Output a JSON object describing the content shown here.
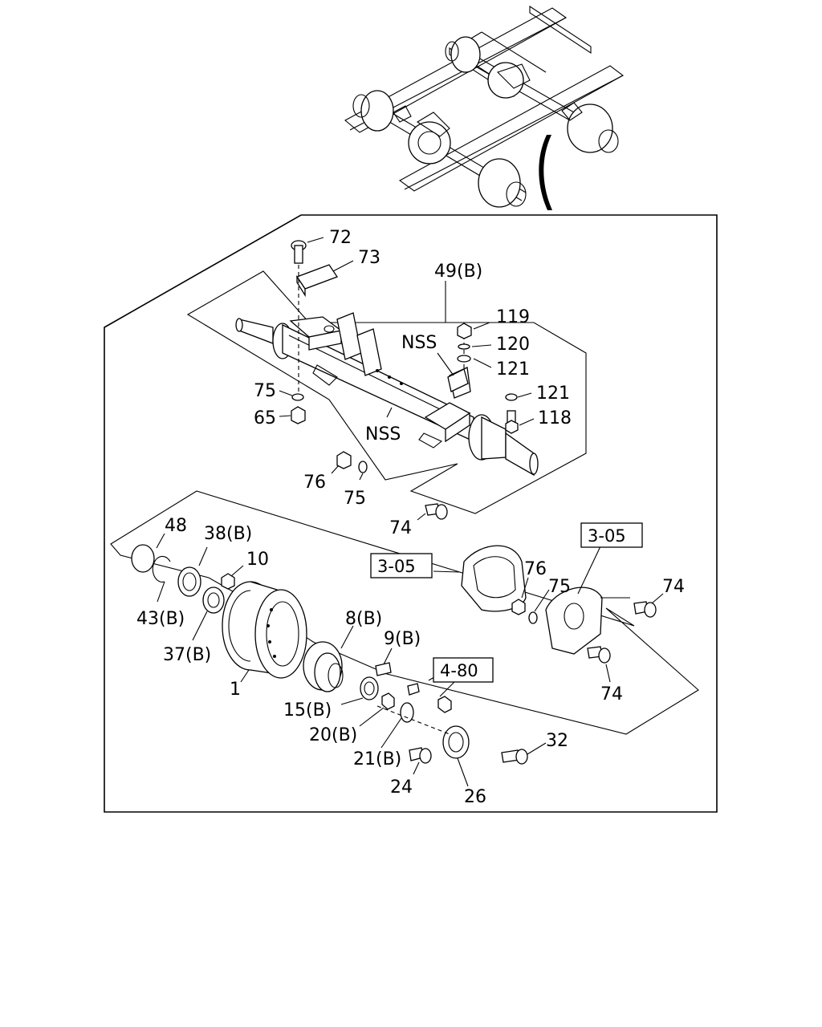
{
  "diagram": {
    "callouts": {
      "p72": "72",
      "p73": "73",
      "p49b": "49(B)",
      "p119": "119",
      "p120": "120",
      "p121a": "121",
      "p121b": "121",
      "p118": "118",
      "nss_a": "NSS",
      "nss_b": "NSS",
      "p75a": "75",
      "p65": "65",
      "p76a": "76",
      "p75b": "75",
      "p74a": "74",
      "p48": "48",
      "p38b": "38(B)",
      "p10": "10",
      "p43b": "43(B)",
      "p37b": "37(B)",
      "p1": "1",
      "p8b": "8(B)",
      "p9b": "9(B)",
      "p15b": "15(B)",
      "p20b": "20(B)",
      "p21b": "21(B)",
      "p24": "24",
      "p26": "26",
      "p32": "32",
      "p76b": "76",
      "p75c": "75",
      "p74b": "74",
      "p74c": "74"
    },
    "references": {
      "ref305a": "3-05",
      "ref305b": "3-05",
      "ref480": "4-80"
    }
  }
}
